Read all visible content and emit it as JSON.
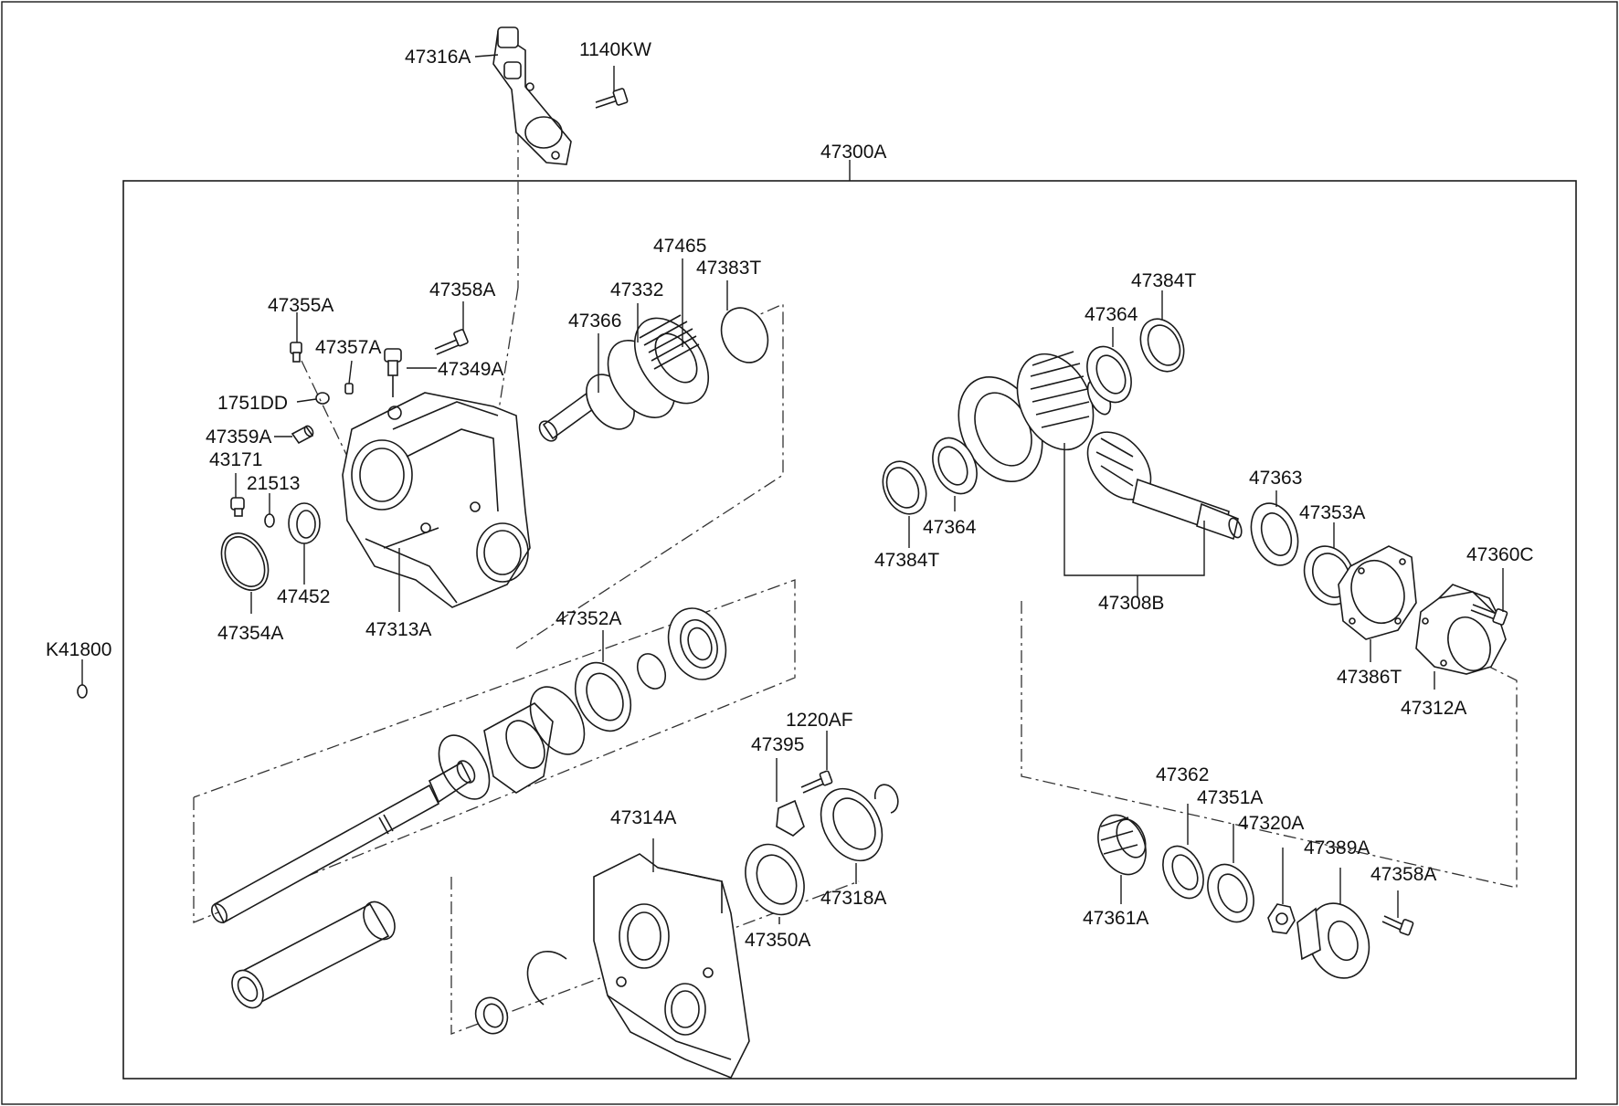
{
  "diagram": {
    "labels": {
      "47316A": "47316A",
      "1140KW": "1140KW",
      "47300A": "47300A",
      "47355A": "47355A",
      "47358A_top": "47358A",
      "47357A": "47357A",
      "47349A": "47349A",
      "1751DD": "1751DD",
      "47359A": "47359A",
      "43171": "43171",
      "21513": "21513",
      "47452": "47452",
      "47354A": "47354A",
      "47313A": "47313A",
      "47465": "47465",
      "47332": "47332",
      "47383T": "47383T",
      "47366": "47366",
      "47384T_top": "47384T",
      "47364_top": "47364",
      "47364_bottom": "47364",
      "47384T_bottom": "47384T",
      "47363": "47363",
      "47353A": "47353A",
      "47308B": "47308B",
      "47360C": "47360C",
      "47386T": "47386T",
      "47312A": "47312A",
      "K41800": "K41800",
      "47352A": "47352A",
      "1220AF": "1220AF",
      "47395": "47395",
      "47314A": "47314A",
      "47318A": "47318A",
      "47350A": "47350A",
      "47362": "47362",
      "47351A": "47351A",
      "47320A": "47320A",
      "47389A": "47389A",
      "47358A_bottom": "47358A",
      "47361A": "47361A"
    }
  }
}
